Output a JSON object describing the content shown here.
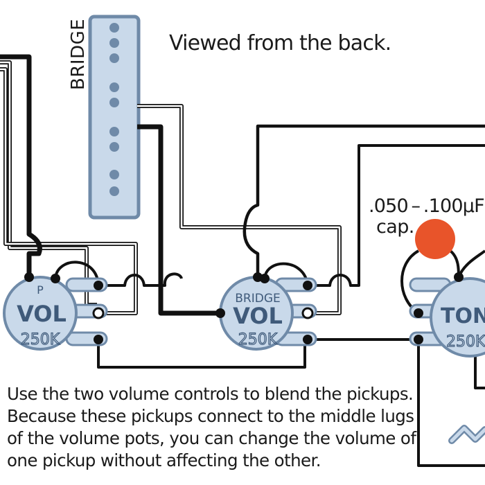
{
  "header": {
    "note": "Viewed from the back."
  },
  "pickup": {
    "label": "BRIDGE"
  },
  "capacitor": {
    "value": ".050 – .100µF",
    "label": "cap."
  },
  "pots": [
    {
      "id": "p-vol",
      "top": "P",
      "main": "VOL",
      "value": "250K"
    },
    {
      "id": "bridge-vol",
      "top": "BRIDGE",
      "main": "VOL",
      "value": "250K"
    },
    {
      "id": "tone",
      "top": "",
      "main": "TONE",
      "value": "250K"
    }
  ],
  "caption": {
    "lines": [
      "Use the two volume controls to blend the pickups.",
      "Because these pickups connect to the middle lugs",
      "of the volume pots, you can change the volume of",
      "one pickup without affecting the other."
    ]
  },
  "colors": {
    "pot_fill": "#c9d9ea",
    "pot_stroke": "#6f8aa8",
    "cap": "#e8542a",
    "wire": "#111111"
  }
}
